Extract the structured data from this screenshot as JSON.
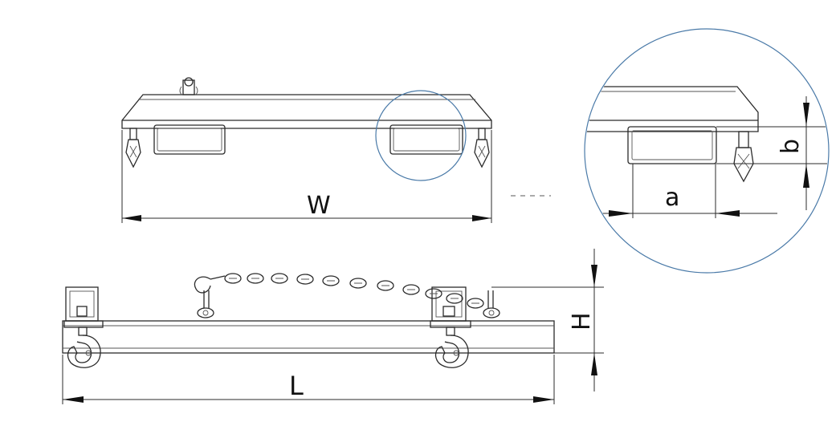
{
  "labels": {
    "width": "W",
    "length": "L",
    "height": "H",
    "fork_pocket_width": "a",
    "fork_pocket_height": "b"
  },
  "colors": {
    "line": "#2b2b2b",
    "detail_circle": "#4a7aa8"
  }
}
